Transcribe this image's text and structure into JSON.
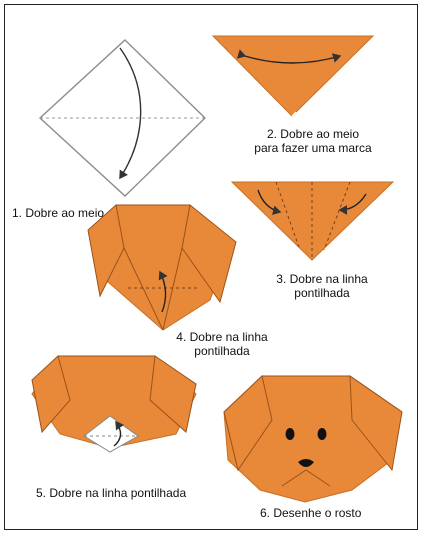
{
  "steps": [
    {
      "label": "1. Dobre ao meio"
    },
    {
      "label": "2. Dobre ao meio",
      "label2": "para fazer uma marca"
    },
    {
      "label": "3. Dobre na linha",
      "label2": "pontilhada"
    },
    {
      "label": "4. Dobre na linha",
      "label2": "pontilhada"
    },
    {
      "label": "5. Dobre na linha pontilhada"
    },
    {
      "label": "6. Desenhe o rosto"
    }
  ],
  "colors": {
    "paper": "#E8893A",
    "paper_shade": "#D9772A",
    "line": "#444444",
    "white_side": "#FFFFFF"
  }
}
